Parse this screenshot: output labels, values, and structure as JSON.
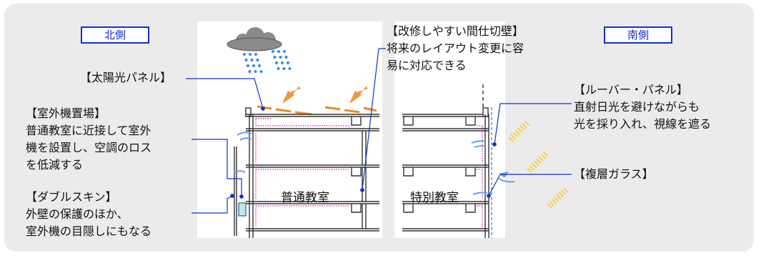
{
  "side_labels": {
    "north": "北側",
    "south": "南側"
  },
  "rooms": {
    "ordinary": "普通教室",
    "special": "特別教室"
  },
  "callouts": {
    "solar_panel": "【太陽光パネル】",
    "outdoor_unit_title": "【室外機置場】",
    "outdoor_unit_lines": [
      "普通教室に近接して室外",
      "機を設置し、空調のロス",
      "を低減する"
    ],
    "double_skin_title": "【ダブルスキン】",
    "double_skin_lines": [
      "外壁の保護のほか、",
      "室外機の目隠しにもなる"
    ],
    "partition_title": "【改修しやすい間仕切壁】",
    "partition_lines": [
      "将来のレイアウト変更に容",
      "易に対応できる"
    ],
    "louver_title": "【ルーバー・パネル】",
    "louver_lines": [
      "直射日光を避けながらも",
      "光を採り入れ、視線を遮る"
    ],
    "double_glass": "【複層ガラス】"
  },
  "colors": {
    "background": "#ebebeb",
    "leader": "#1530c8",
    "rain": "#3f8ee0",
    "cloud": "#8a8a8a",
    "sun_arrow": "#f08a24",
    "light_ray": "#f2d24a",
    "wind": "#6aa0e0",
    "insulation": "#e040c0",
    "glass": "#2a7ad0"
  }
}
